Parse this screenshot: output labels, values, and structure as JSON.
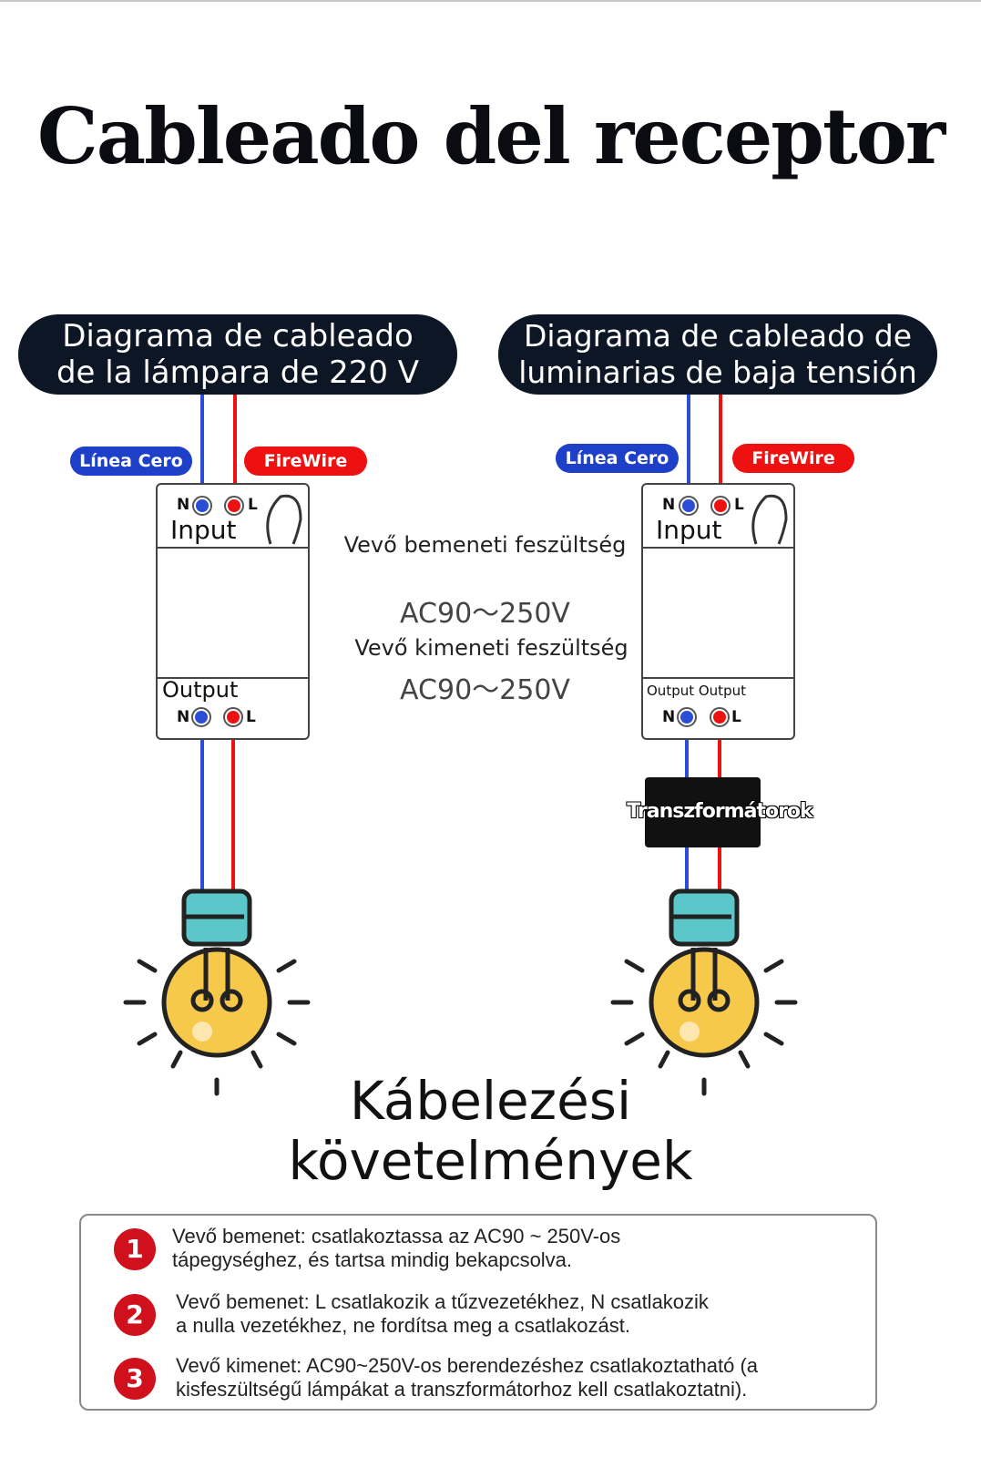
{
  "title": "Cableado del receptor",
  "left": {
    "heading_line1": "Diagrama de cableado",
    "heading_line2": "de la lámpara de 220 V",
    "neutral_tag": "Línea Cero",
    "live_tag": "FireWire",
    "input_label": "Input",
    "output_label": "Output",
    "n": "N",
    "l": "L"
  },
  "right": {
    "heading_line1": "Diagrama de cableado de",
    "heading_line2": "luminarias de baja tensión",
    "neutral_tag": "Línea Cero",
    "live_tag": "FireWire",
    "input_label": "Input",
    "output_label": "Output Output",
    "n": "N",
    "l": "L",
    "transformer": "Transzformátorok"
  },
  "middle": {
    "input_voltage_label": "Vevő bemeneti feszültség",
    "input_voltage": "AC90～250V",
    "output_voltage_label": "Vevő kimeneti feszültség",
    "output_voltage": "AC90～250V"
  },
  "requirements": {
    "title_line1": "Kábelezési",
    "title_line2": "követelmények",
    "items": [
      {
        "num": "1",
        "line1": "Vevő bemenet: csatlakoztassa az AC90 ~ 250V-os",
        "line2": "tápegységhez, és tartsa mindig bekapcsolva."
      },
      {
        "num": "2",
        "line1": "Vevő bemenet: L csatlakozik a tűzvezetékhez, N csatlakozik",
        "line2": "a nulla vezetékhez, ne fordítsa meg a csatlakozást."
      },
      {
        "num": "3",
        "line1": "Vevő kimenet: AC90~250V-os berendezéshez csatlakoztatható (a",
        "line2": "kisfeszültségű lámpákat a transzformátorhoz kell csatlakoztatni)."
      }
    ]
  },
  "colors": {
    "neutral": "#2a4fd6",
    "live": "#ee1111",
    "pill": "#0c1624",
    "badge": "#d0101c"
  }
}
